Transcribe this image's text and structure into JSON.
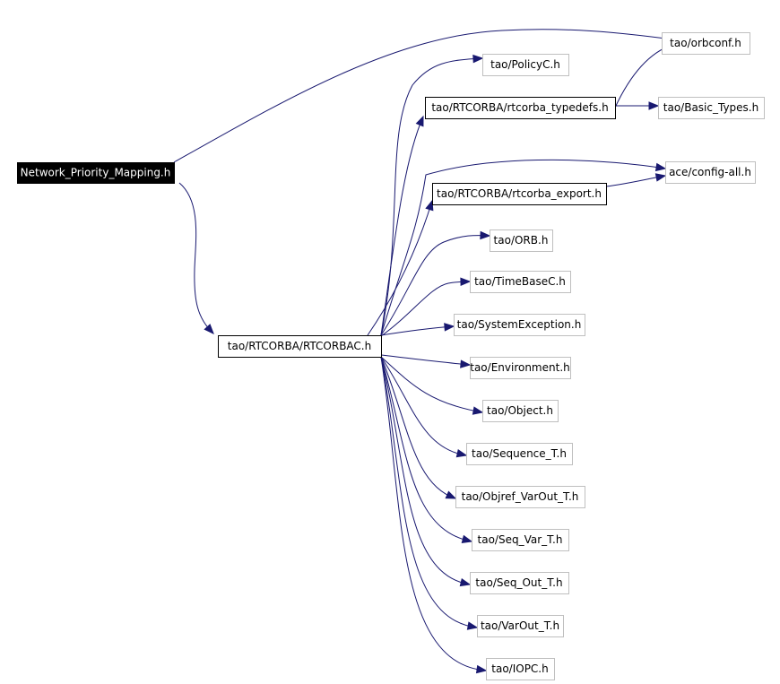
{
  "graph": {
    "nodes": [
      {
        "id": "root",
        "label": "Network_Priority_Mapping.h",
        "kind": "root"
      },
      {
        "id": "rtcorbac",
        "label": "tao/RTCORBA/RTCORBAC.h",
        "kind": "documented"
      },
      {
        "id": "orbconf",
        "label": "tao/orbconf.h",
        "kind": "plain"
      },
      {
        "id": "policyc",
        "label": "tao/PolicyC.h",
        "kind": "plain"
      },
      {
        "id": "typedefs",
        "label": "tao/RTCORBA/rtcorba_typedefs.h",
        "kind": "documented"
      },
      {
        "id": "basictypes",
        "label": "tao/Basic_Types.h",
        "kind": "plain"
      },
      {
        "id": "configall",
        "label": "ace/config-all.h",
        "kind": "plain"
      },
      {
        "id": "export",
        "label": "tao/RTCORBA/rtcorba_export.h",
        "kind": "documented"
      },
      {
        "id": "orb",
        "label": "tao/ORB.h",
        "kind": "plain"
      },
      {
        "id": "timebase",
        "label": "tao/TimeBaseC.h",
        "kind": "plain"
      },
      {
        "id": "sysexc",
        "label": "tao/SystemException.h",
        "kind": "plain"
      },
      {
        "id": "env",
        "label": "tao/Environment.h",
        "kind": "plain"
      },
      {
        "id": "object",
        "label": "tao/Object.h",
        "kind": "plain"
      },
      {
        "id": "seqt",
        "label": "tao/Sequence_T.h",
        "kind": "plain"
      },
      {
        "id": "objref",
        "label": "tao/Objref_VarOut_T.h",
        "kind": "plain"
      },
      {
        "id": "seqvar",
        "label": "tao/Seq_Var_T.h",
        "kind": "plain"
      },
      {
        "id": "seqout",
        "label": "tao/Seq_Out_T.h",
        "kind": "plain"
      },
      {
        "id": "varout",
        "label": "tao/VarOut_T.h",
        "kind": "plain"
      },
      {
        "id": "iopc",
        "label": "tao/IOPC.h",
        "kind": "plain"
      }
    ],
    "edges": [
      {
        "from": "root",
        "to": "orbconf"
      },
      {
        "from": "root",
        "to": "rtcorbac"
      },
      {
        "from": "rtcorbac",
        "to": "policyc"
      },
      {
        "from": "rtcorbac",
        "to": "typedefs"
      },
      {
        "from": "rtcorbac",
        "to": "configall"
      },
      {
        "from": "rtcorbac",
        "to": "export"
      },
      {
        "from": "rtcorbac",
        "to": "orb"
      },
      {
        "from": "rtcorbac",
        "to": "timebase"
      },
      {
        "from": "rtcorbac",
        "to": "sysexc"
      },
      {
        "from": "rtcorbac",
        "to": "env"
      },
      {
        "from": "rtcorbac",
        "to": "object"
      },
      {
        "from": "rtcorbac",
        "to": "seqt"
      },
      {
        "from": "rtcorbac",
        "to": "objref"
      },
      {
        "from": "rtcorbac",
        "to": "seqvar"
      },
      {
        "from": "rtcorbac",
        "to": "seqout"
      },
      {
        "from": "rtcorbac",
        "to": "varout"
      },
      {
        "from": "rtcorbac",
        "to": "iopc"
      },
      {
        "from": "typedefs",
        "to": "orbconf"
      },
      {
        "from": "typedefs",
        "to": "basictypes"
      },
      {
        "from": "export",
        "to": "configall"
      }
    ],
    "colors": {
      "edge": "#191970",
      "root_fill": "#000000",
      "root_text": "#ffffff",
      "documented_border": "#000000",
      "plain_border": "#bfbfbf"
    }
  }
}
